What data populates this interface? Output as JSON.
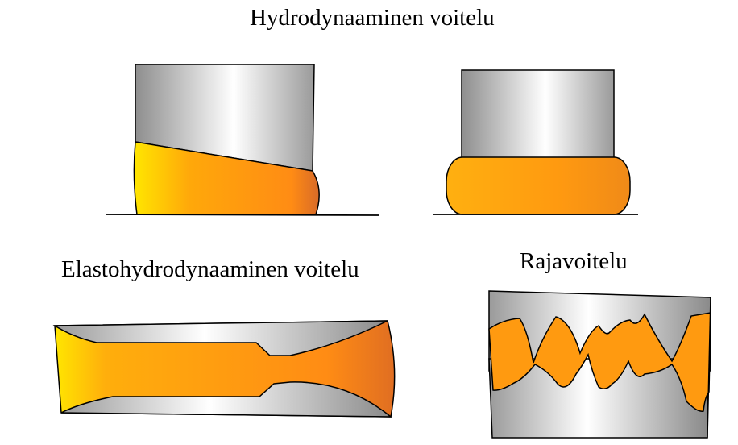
{
  "titles": {
    "hydrodynamic": "Hydrodynaaminen voitelu",
    "elastohydrodynamic": "Elastohydrodynaaminen voitelu",
    "boundary": "Rajavoitelu"
  },
  "colors": {
    "metal_dark": "#8c8c8c",
    "metal_light": "#ffffff",
    "lubricant_yellow": "#ffe600",
    "lubricant_orange": "#ff9a10",
    "lubricant_dark": "#e0701a",
    "outline": "#000000"
  }
}
